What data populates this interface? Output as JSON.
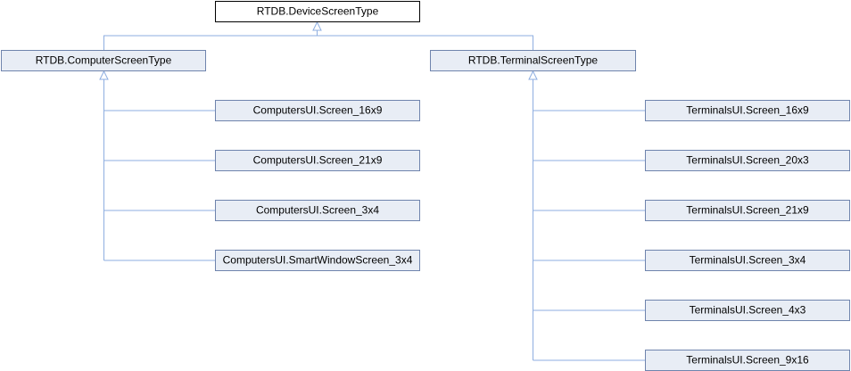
{
  "diagram": {
    "root": "RTDB.DeviceScreenType",
    "computer_parent": "RTDB.ComputerScreenType",
    "terminal_parent": "RTDB.TerminalScreenType",
    "computer_children": [
      "ComputersUI.Screen_16x9",
      "ComputersUI.Screen_21x9",
      "ComputersUI.Screen_3x4",
      "ComputersUI.SmartWindowScreen_3x4"
    ],
    "terminal_children": [
      "TerminalsUI.Screen_16x9",
      "TerminalsUI.Screen_20x3",
      "TerminalsUI.Screen_21x9",
      "TerminalsUI.Screen_3x4",
      "TerminalsUI.Screen_4x3",
      "TerminalsUI.Screen_9x16"
    ]
  }
}
